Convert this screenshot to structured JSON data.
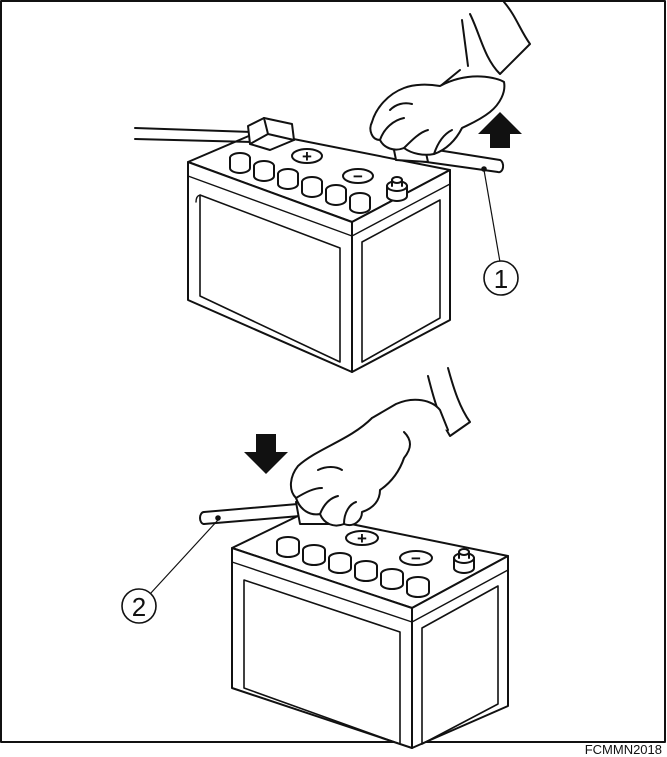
{
  "figure_code": "FCMMN2018",
  "callouts": [
    {
      "number": "1"
    },
    {
      "number": "2"
    }
  ],
  "terminal_marks": {
    "positive": "+",
    "negative": "−"
  },
  "colors": {
    "line": "#111111",
    "background": "#ffffff"
  }
}
